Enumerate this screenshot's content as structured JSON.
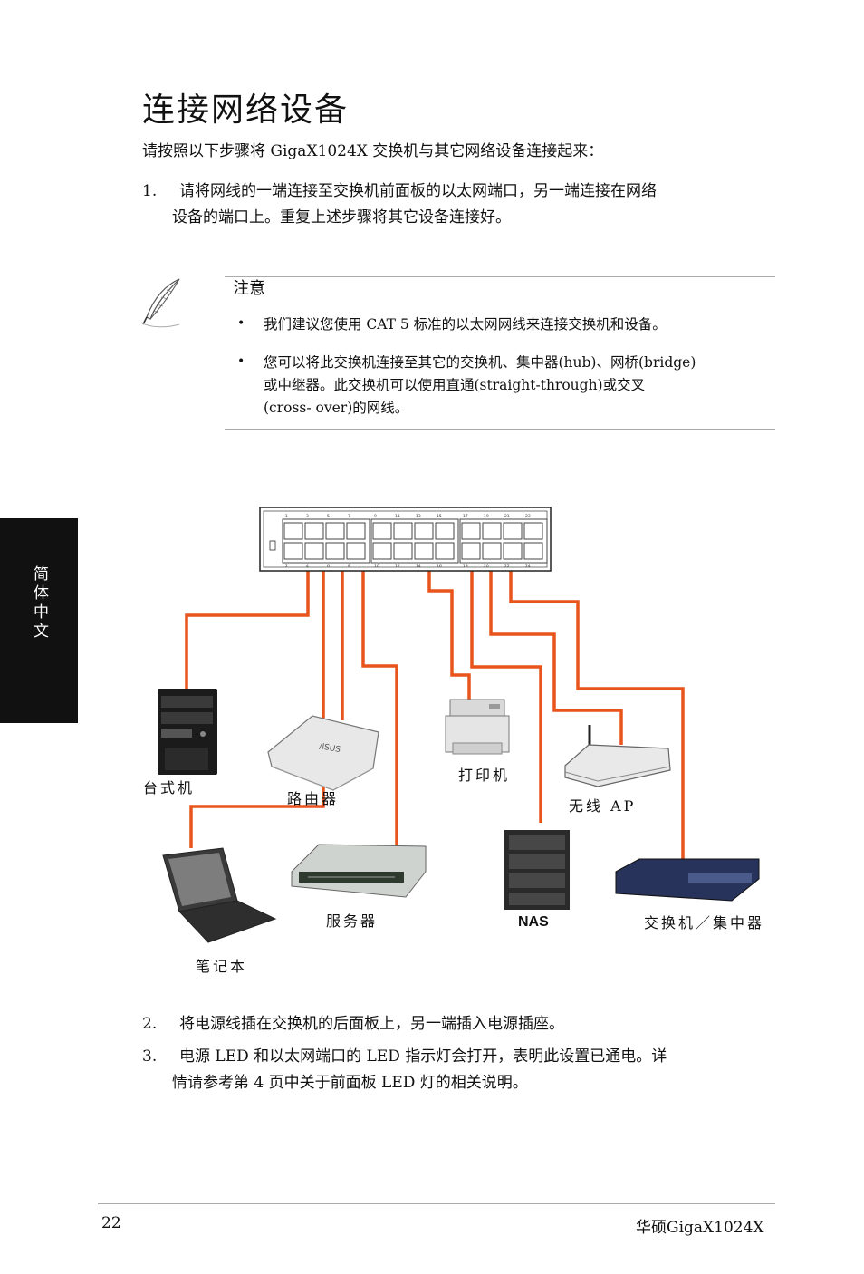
{
  "title": "连接网络设备",
  "intro": "请按照以下步骤将 GigaX1024X 交换机与其它网络设备连接起来：",
  "steps": [
    {
      "num": "1.",
      "line1": "请将网线的一端连接至交换机前面板的以太网端口，另一端连接在网络",
      "line2": "设备的端口上。重复上述步骤将其它设备连接好。"
    },
    {
      "num": "2.",
      "line1": "将电源线插在交换机的后面板上，另一端插入电源插座。"
    },
    {
      "num": "3.",
      "line1": "电源 LED 和以太网端口的 LED 指示灯会打开，表明此设置已通电。详",
      "line2": "情请参考第 4 页中关于前面板 LED 灯的相关说明。"
    }
  ],
  "note": {
    "heading": "注意",
    "items": [
      {
        "line1": "我们建议您使用 CAT 5 标准的以太网网线来连接交换机和设备。"
      },
      {
        "line1": "您可以将此交换机连接至其它的交换机、集中器(hub)、网桥(bridge)",
        "line2": "或中继器。此交换机可以使用直通(straight-through)或交叉",
        "line3": "(cross- over)的网线。"
      }
    ]
  },
  "side_tab": "简体中文",
  "diagram": {
    "port_numbers_top": [
      "1",
      "3",
      "5",
      "7",
      "9",
      "11",
      "13",
      "15",
      "17",
      "19",
      "21",
      "23"
    ],
    "port_numbers_bottom": [
      "2",
      "4",
      "6",
      "8",
      "10",
      "12",
      "14",
      "16",
      "18",
      "20",
      "22",
      "24"
    ],
    "devices": {
      "desktop": "台式机",
      "router": "路由器",
      "printer": "打印机",
      "wireless_ap": "无线 AP",
      "laptop": "笔记本",
      "server": "服务器",
      "nas": "NAS",
      "switch_hub": "交换机／集中器"
    },
    "cable_color": "#e8541c"
  },
  "footer": {
    "page": "22",
    "product": "华硕GigaX1024X"
  }
}
